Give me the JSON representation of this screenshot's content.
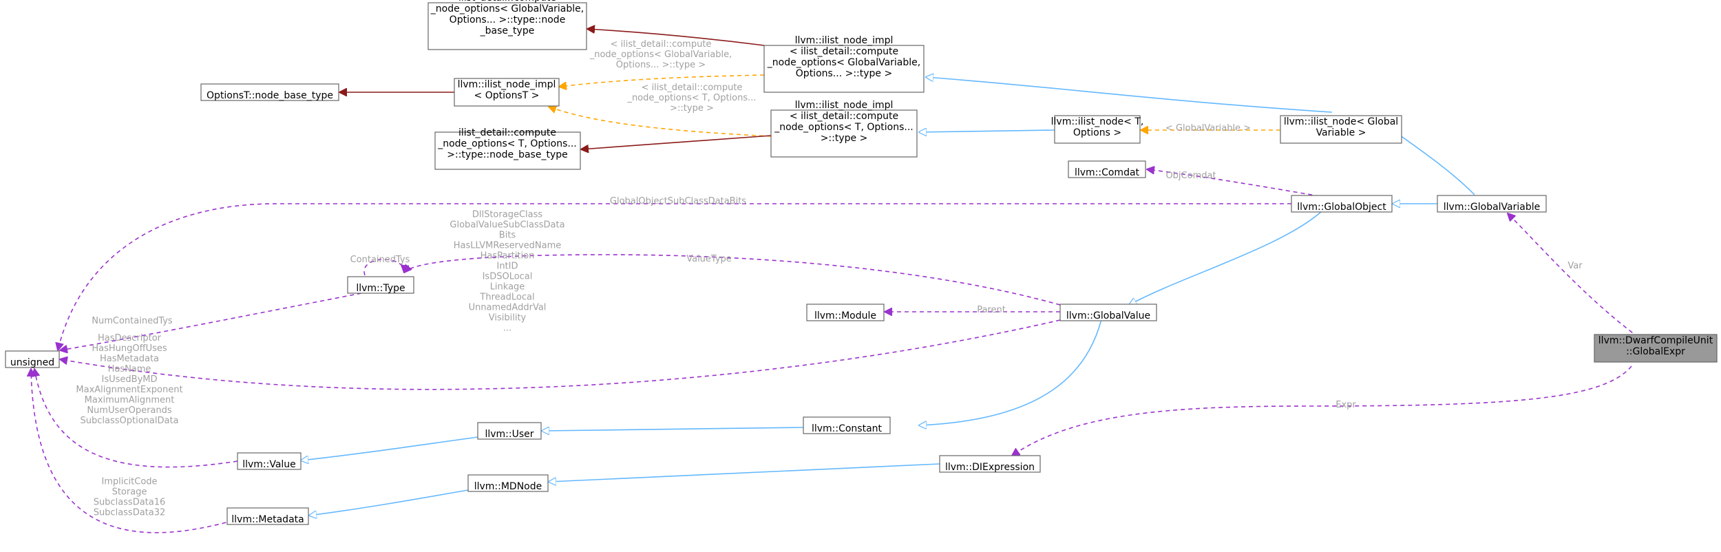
{
  "colors": {
    "inheritance": "#63b8ff",
    "usage": "#9a32cd",
    "template": "#ffa500",
    "base_type": "#8b1a1a",
    "focus_node_fill": "#999999"
  },
  "nodes": {
    "global_expr": [
      "llvm::DwarfCompileUnit",
      "::GlobalExpr"
    ],
    "global_variable": [
      "llvm::GlobalVariable"
    ],
    "ilist_node_gv": [
      "llvm::ilist_node< Global",
      "Variable >"
    ],
    "ilist_node_impl_gv": [
      "llvm::ilist_node_impl",
      "< ilist_detail::compute",
      "_node_options< GlobalVariable,",
      "Options... >::type >"
    ],
    "compute_node_options_gv": [
      "ilist_detail::compute",
      "_node_options< GlobalVariable,",
      "Options... >::type::node",
      "_base_type"
    ],
    "ilist_node_impl_optionsT": [
      "llvm::ilist_node_impl",
      "< OptionsT >"
    ],
    "optionsT_node_base_type": [
      "OptionsT::node_base_type"
    ],
    "ilist_node_T": [
      "llvm::ilist_node< T,",
      "Options >"
    ],
    "ilist_node_impl_T": [
      "llvm::ilist_node_impl",
      "< ilist_detail::compute",
      "_node_options< T, Options...",
      ">::type >"
    ],
    "compute_node_options_T": [
      "ilist_detail::compute",
      "_node_options< T, Options...",
      ">::type::node_base_type"
    ],
    "comdat": [
      "llvm::Comdat"
    ],
    "global_object": [
      "llvm::GlobalObject"
    ],
    "global_value": [
      "llvm::GlobalValue"
    ],
    "module": [
      "llvm::Module"
    ],
    "type": [
      "llvm::Type"
    ],
    "unsigned": [
      "unsigned"
    ],
    "constant": [
      "llvm::Constant"
    ],
    "user": [
      "llvm::User"
    ],
    "value": [
      "llvm::Value"
    ],
    "diexpression": [
      "llvm::DIExpression"
    ],
    "mdnode": [
      "llvm::MDNode"
    ],
    "metadata": [
      "llvm::Metadata"
    ]
  },
  "edge_labels": {
    "var": [
      "Var"
    ],
    "expr": [
      "Expr"
    ],
    "obj_comdat": [
      "ObjComdat"
    ],
    "global_object_subclass_data_bits": [
      "GlobalObjectSubClassDataBits"
    ],
    "parent": [
      "Parent"
    ],
    "value_type": [
      "ValueType"
    ],
    "contained_tys": [
      "ContainedTys"
    ],
    "num_contained_tys": [
      "NumContainedTys"
    ],
    "global_value_fields": [
      "DllStorageClass",
      "GlobalValueSubClassData",
      "Bits",
      "HasLLVMReservedName",
      "HasPartition",
      "IntID",
      "IsDSOLocal",
      "Linkage",
      "ThreadLocal",
      "UnnamedAddrVal",
      "Visibility",
      "..."
    ],
    "value_fields": [
      "HasDescriptor",
      "HasHungOffUses",
      "HasMetadata",
      "HasName",
      "IsUsedByMD",
      "MaxAlignmentExponent",
      "MaximumAlignment",
      "NumUserOperands",
      "SubclassOptionalData"
    ],
    "metadata_fields": [
      "ImplicitCode",
      "Storage",
      "SubclassData16",
      "SubclassData32"
    ],
    "template_gv": [
      "< GlobalVariable >"
    ],
    "template_opts_gv": [
      "< ilist_detail::compute",
      "_node_options< GlobalVariable,",
      "Options... >::type >"
    ],
    "template_opts_T": [
      "< ilist_detail::compute",
      "_node_options< T, Options...",
      ">::type >"
    ]
  }
}
